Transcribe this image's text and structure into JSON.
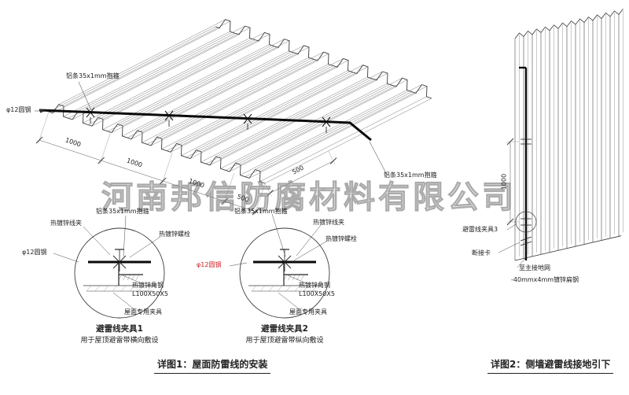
{
  "watermark": "河南邦信防腐材料有限公司",
  "colors": {
    "line": "#3a3a3a",
    "wire": "#0a0a0a",
    "red_label": "#cc2222",
    "watermark_gray": "#9a9a9a"
  },
  "main_view": {
    "label_strip_top": "铝条35x1mm抱箍",
    "label_round_steel": "φ12圆钢",
    "label_strip_right": "铝条35x1mm抱箍",
    "dims_bottom": [
      "1000",
      "1000",
      "1000",
      "500"
    ],
    "dim_right": "500"
  },
  "detail1": {
    "title": "避雷线夹具1",
    "subtitle": "用于屋顶避雷带横向敷设",
    "labels": {
      "clip": "热镀锌线夹",
      "strip": "铝条35x1mm抱箍",
      "bolt": "热镀锌螺栓",
      "round_steel": "φ12圆钢",
      "angle": "热镀锌角钢",
      "angle_spec": "L100X50X5",
      "fixture": "屋面专用夹具"
    }
  },
  "detail2": {
    "title": "避雷线夹具2",
    "subtitle": "用于屋顶避雷带纵向敷设",
    "labels": {
      "strip": "铝条35x1mm抱箍",
      "clip": "热镀锌线夹",
      "bolt": "热镀锌螺栓",
      "round_steel": "φ12圆钢",
      "angle": "热镀锌角钢",
      "angle_spec": "L100X50X5",
      "fixture": "屋面专用夹具"
    }
  },
  "caption1": "详图1：屋面防雷线的安装",
  "side_view": {
    "dim": "1000",
    "clamp_label": "避雷线夹具3",
    "disconnect_label": "断接卡",
    "ground_line1": "至主接地网",
    "ground_line2": "-40mmx4mm镀锌扁钢",
    "caption": "详图2：侧墙避雷线接地引下"
  }
}
